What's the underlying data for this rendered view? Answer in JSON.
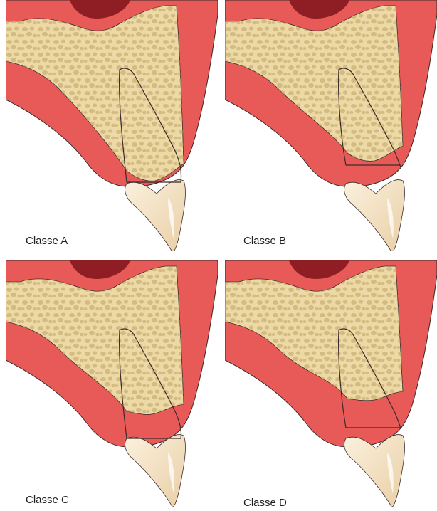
{
  "figure": {
    "panels": [
      {
        "id": "A",
        "label": "Classe A"
      },
      {
        "id": "B",
        "label": "Classe B"
      },
      {
        "id": "C",
        "label": "Classe C"
      },
      {
        "id": "D",
        "label": "Classe D"
      }
    ]
  },
  "colors": {
    "gingiva": "#e85a57",
    "gingiva_dark": "#8e1d24",
    "bone": "#ecd9a6",
    "bone_pores": "#c9ae72",
    "tooth": "#f4e4c8",
    "tooth_highlight": "#ffffff",
    "outline": "#3a2a2a"
  }
}
